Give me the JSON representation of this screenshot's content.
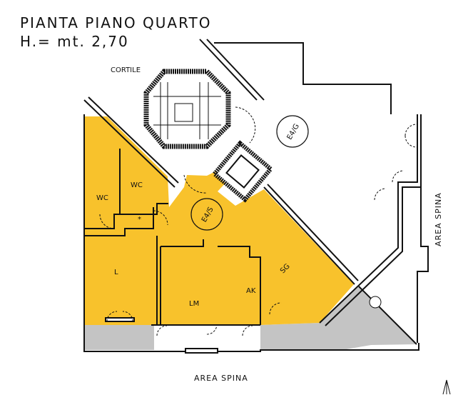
{
  "title": {
    "line1": "PIANTA PIANO QUARTO",
    "line2": "H.= mt. 2,70"
  },
  "labels": {
    "courtyard": "CORTILE",
    "wc1": "WC",
    "wc2": "WC",
    "hall_mark": "*",
    "room_l": "L",
    "room_lm": "LM",
    "room_ak": "AK",
    "room_sg": "SG",
    "tag_s": "E4/S",
    "tag_g": "E4/G",
    "area_bottom": "AREA SPINA",
    "area_right": "AREA SPINA"
  },
  "colors": {
    "apartment": "#F8C22C",
    "terrace": "#C4C4C4",
    "walls": "#111111"
  }
}
